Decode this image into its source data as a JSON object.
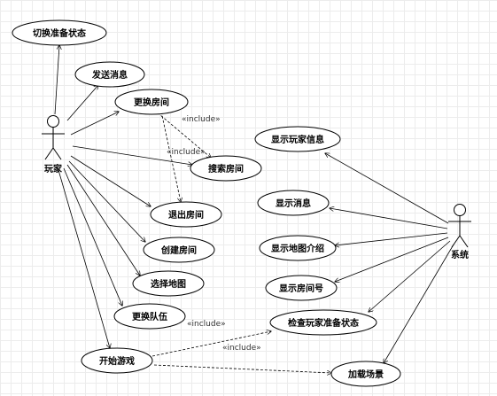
{
  "actors": {
    "player": "玩家",
    "system": "系统"
  },
  "usecases": {
    "toggle_ready": "切换准备状态",
    "send_message": "发送消息",
    "change_room": "更换房间",
    "search_room": "搜索房间",
    "exit_room": "退出房间",
    "create_room": "创建房间",
    "select_map": "选择地图",
    "change_team": "更换队伍",
    "start_game": "开始游戏",
    "show_player_info": "显示玩家信息",
    "show_message": "显示消息",
    "show_map_intro": "显示地图介绍",
    "show_room_number": "显示房间号",
    "check_ready": "检查玩家准备状态",
    "load_scene": "加载场景"
  },
  "stereotypes": {
    "include_1": "«include»",
    "include_2": "«include»",
    "include_3": "«include»",
    "include_4": "«include»"
  }
}
